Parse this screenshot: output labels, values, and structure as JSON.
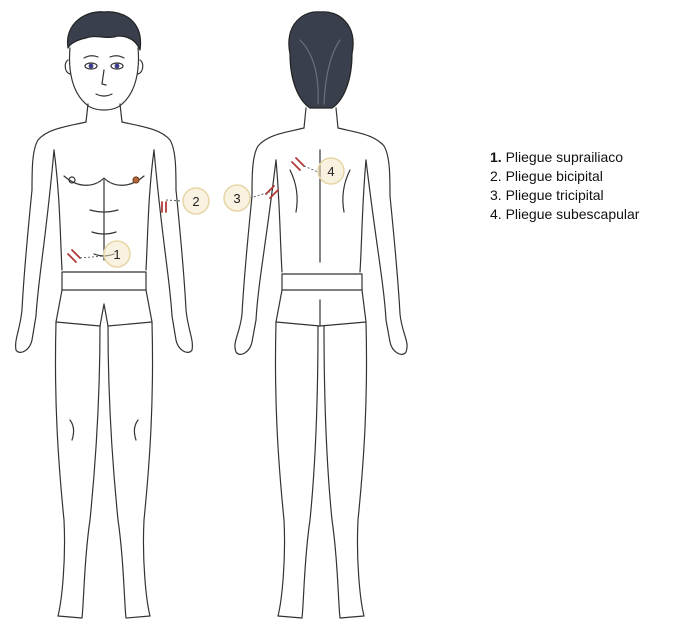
{
  "legend": [
    {
      "number": "1.",
      "label": "Pliegue suprailiaco"
    },
    {
      "number": "2.",
      "label": "Pliegue bicipital"
    },
    {
      "number": "3.",
      "label": "Pliegue tricipital"
    },
    {
      "number": "4.",
      "label": "Pliegue subescapular"
    }
  ],
  "markers": [
    "1",
    "2",
    "3",
    "4"
  ],
  "colors": {
    "outline": "#333333",
    "hair": "#3a3f4d",
    "eyes": "#3b3c8c",
    "fold_marks": "#b23a3a",
    "marker_circle": "#f3e6c4",
    "skin": "#ffffff"
  }
}
